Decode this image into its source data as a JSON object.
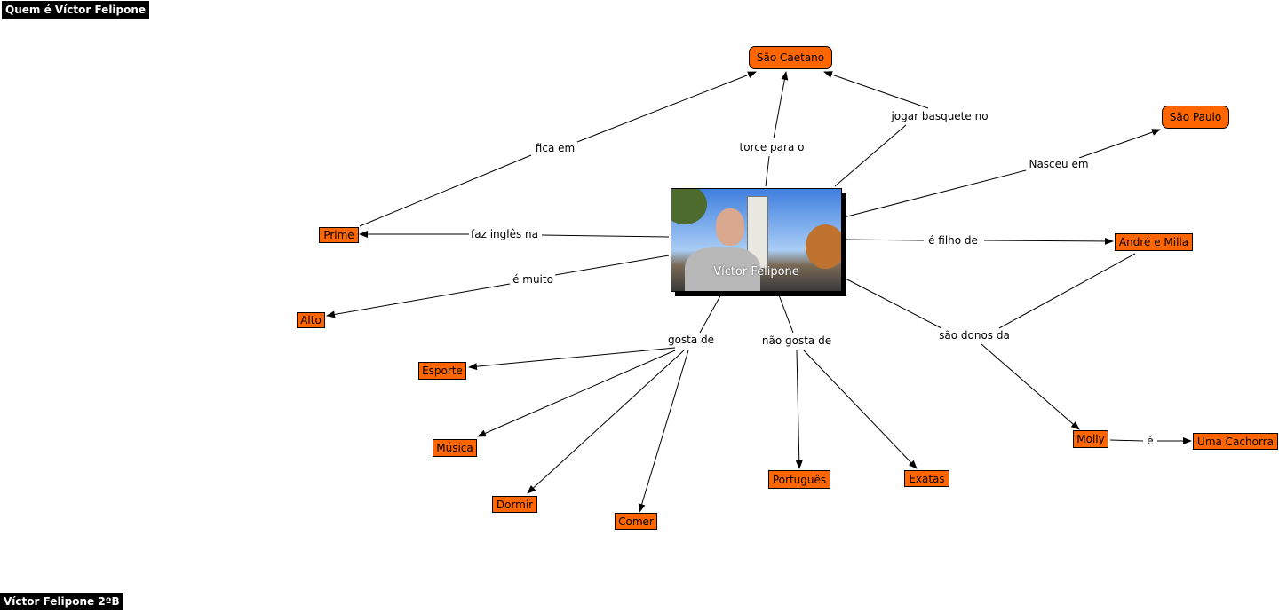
{
  "title": "Quem é Víctor Felipone",
  "footer": "Víctor Felipone 2ºB",
  "center": {
    "caption": "Víctor Felipone"
  },
  "nodes": {
    "sao_caetano": "São Caetano",
    "sao_paulo": "São Paulo",
    "prime": "Prime",
    "alto": "Alto",
    "esporte": "Esporte",
    "musica": "Música",
    "dormir": "Dormir",
    "comer": "Comer",
    "portugues": "Português",
    "exatas": "Exatas",
    "molly": "Molly",
    "uma_cachorra": "Uma Cachorra",
    "andre_milla": "André e Milla"
  },
  "links": {
    "fica_em": "fica em",
    "torce": "torce para o",
    "basquete": "jogar basquete no",
    "nasceu": "Nasceu em",
    "ingles": "faz inglês na",
    "filho": "é filho de",
    "muito": "é muito",
    "gosta": "gosta de",
    "nao_gosta": "não gosta de",
    "donos": "são donos da",
    "e": "é"
  },
  "colors": {
    "node": "#ff6600",
    "banner": "#000000"
  }
}
